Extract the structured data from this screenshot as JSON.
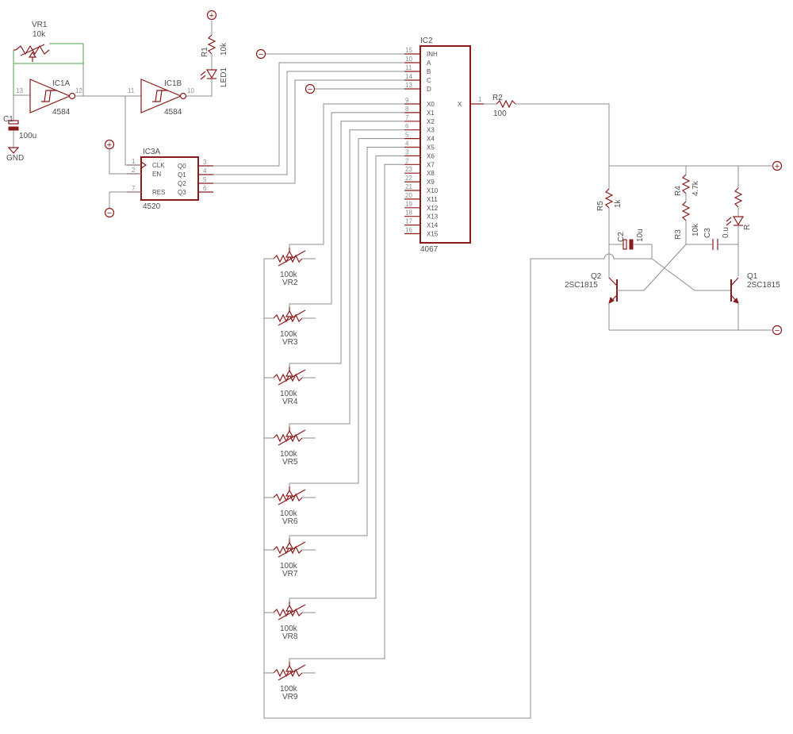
{
  "vr1": {
    "name": "VR1",
    "value": "10k"
  },
  "c1": {
    "name": "C1",
    "value": "100u"
  },
  "gnd_label": "GND",
  "ic1a": {
    "name": "IC1A",
    "value": "4584",
    "pin_in": "13",
    "pin_out": "12"
  },
  "ic1b": {
    "name": "IC1B",
    "value": "4584",
    "pin_in": "11",
    "pin_out": "10"
  },
  "r1": {
    "name": "R1",
    "value": "10k"
  },
  "led1": {
    "name": "LED1"
  },
  "ic3a": {
    "name": "IC3A",
    "value": "4520",
    "left_pins": [
      {
        "num": "1",
        "label": "CLK"
      },
      {
        "num": "2",
        "label": "EN"
      },
      {
        "num": "7",
        "label": "RES"
      }
    ],
    "right_pins": [
      {
        "num": "3",
        "label": "Q0"
      },
      {
        "num": "4",
        "label": "Q1"
      },
      {
        "num": "5",
        "label": "Q2"
      },
      {
        "num": "6",
        "label": "Q3"
      }
    ]
  },
  "ic2": {
    "name": "IC2",
    "value": "4067",
    "left_pins": [
      {
        "num": "15",
        "label": "INH"
      },
      {
        "num": "10",
        "label": "A"
      },
      {
        "num": "11",
        "label": "B"
      },
      {
        "num": "14",
        "label": "C"
      },
      {
        "num": "13",
        "label": "D"
      },
      {
        "num": "9",
        "label": "X0"
      },
      {
        "num": "8",
        "label": "X1"
      },
      {
        "num": "7",
        "label": "X2"
      },
      {
        "num": "6",
        "label": "X3"
      },
      {
        "num": "5",
        "label": "X4"
      },
      {
        "num": "4",
        "label": "X5"
      },
      {
        "num": "3",
        "label": "X6"
      },
      {
        "num": "2",
        "label": "X7"
      },
      {
        "num": "23",
        "label": "X8"
      },
      {
        "num": "22",
        "label": "X9"
      },
      {
        "num": "21",
        "label": "X10"
      },
      {
        "num": "20",
        "label": "X11"
      },
      {
        "num": "19",
        "label": "X12"
      },
      {
        "num": "18",
        "label": "X13"
      },
      {
        "num": "17",
        "label": "X14"
      },
      {
        "num": "16",
        "label": "X15"
      }
    ],
    "out_pin": {
      "num": "1",
      "label": "X"
    }
  },
  "r2": {
    "name": "R2",
    "value": "100"
  },
  "r3": {
    "name": "R3",
    "value": "10k"
  },
  "r4": {
    "name": "R4",
    "value": "4.7k"
  },
  "r5": {
    "name": "R5",
    "value": "1k"
  },
  "c2": {
    "name": "C2",
    "value": "10u"
  },
  "c3": {
    "name": "C3",
    "value": "0.u"
  },
  "led_r": {
    "name": "R"
  },
  "q1": {
    "name": "Q1",
    "value": "2SC1815"
  },
  "q2": {
    "name": "Q2",
    "value": "2SC1815"
  },
  "pots": [
    {
      "name": "VR2",
      "value": "100k"
    },
    {
      "name": "VR3",
      "value": "100k"
    },
    {
      "name": "VR4",
      "value": "100k"
    },
    {
      "name": "VR5",
      "value": "100k"
    },
    {
      "name": "VR6",
      "value": "100k"
    },
    {
      "name": "VR7",
      "value": "100k"
    },
    {
      "name": "VR8",
      "value": "100k"
    },
    {
      "name": "VR9",
      "value": "100k"
    }
  ],
  "supply": {
    "plus": "+",
    "minus": "−"
  }
}
